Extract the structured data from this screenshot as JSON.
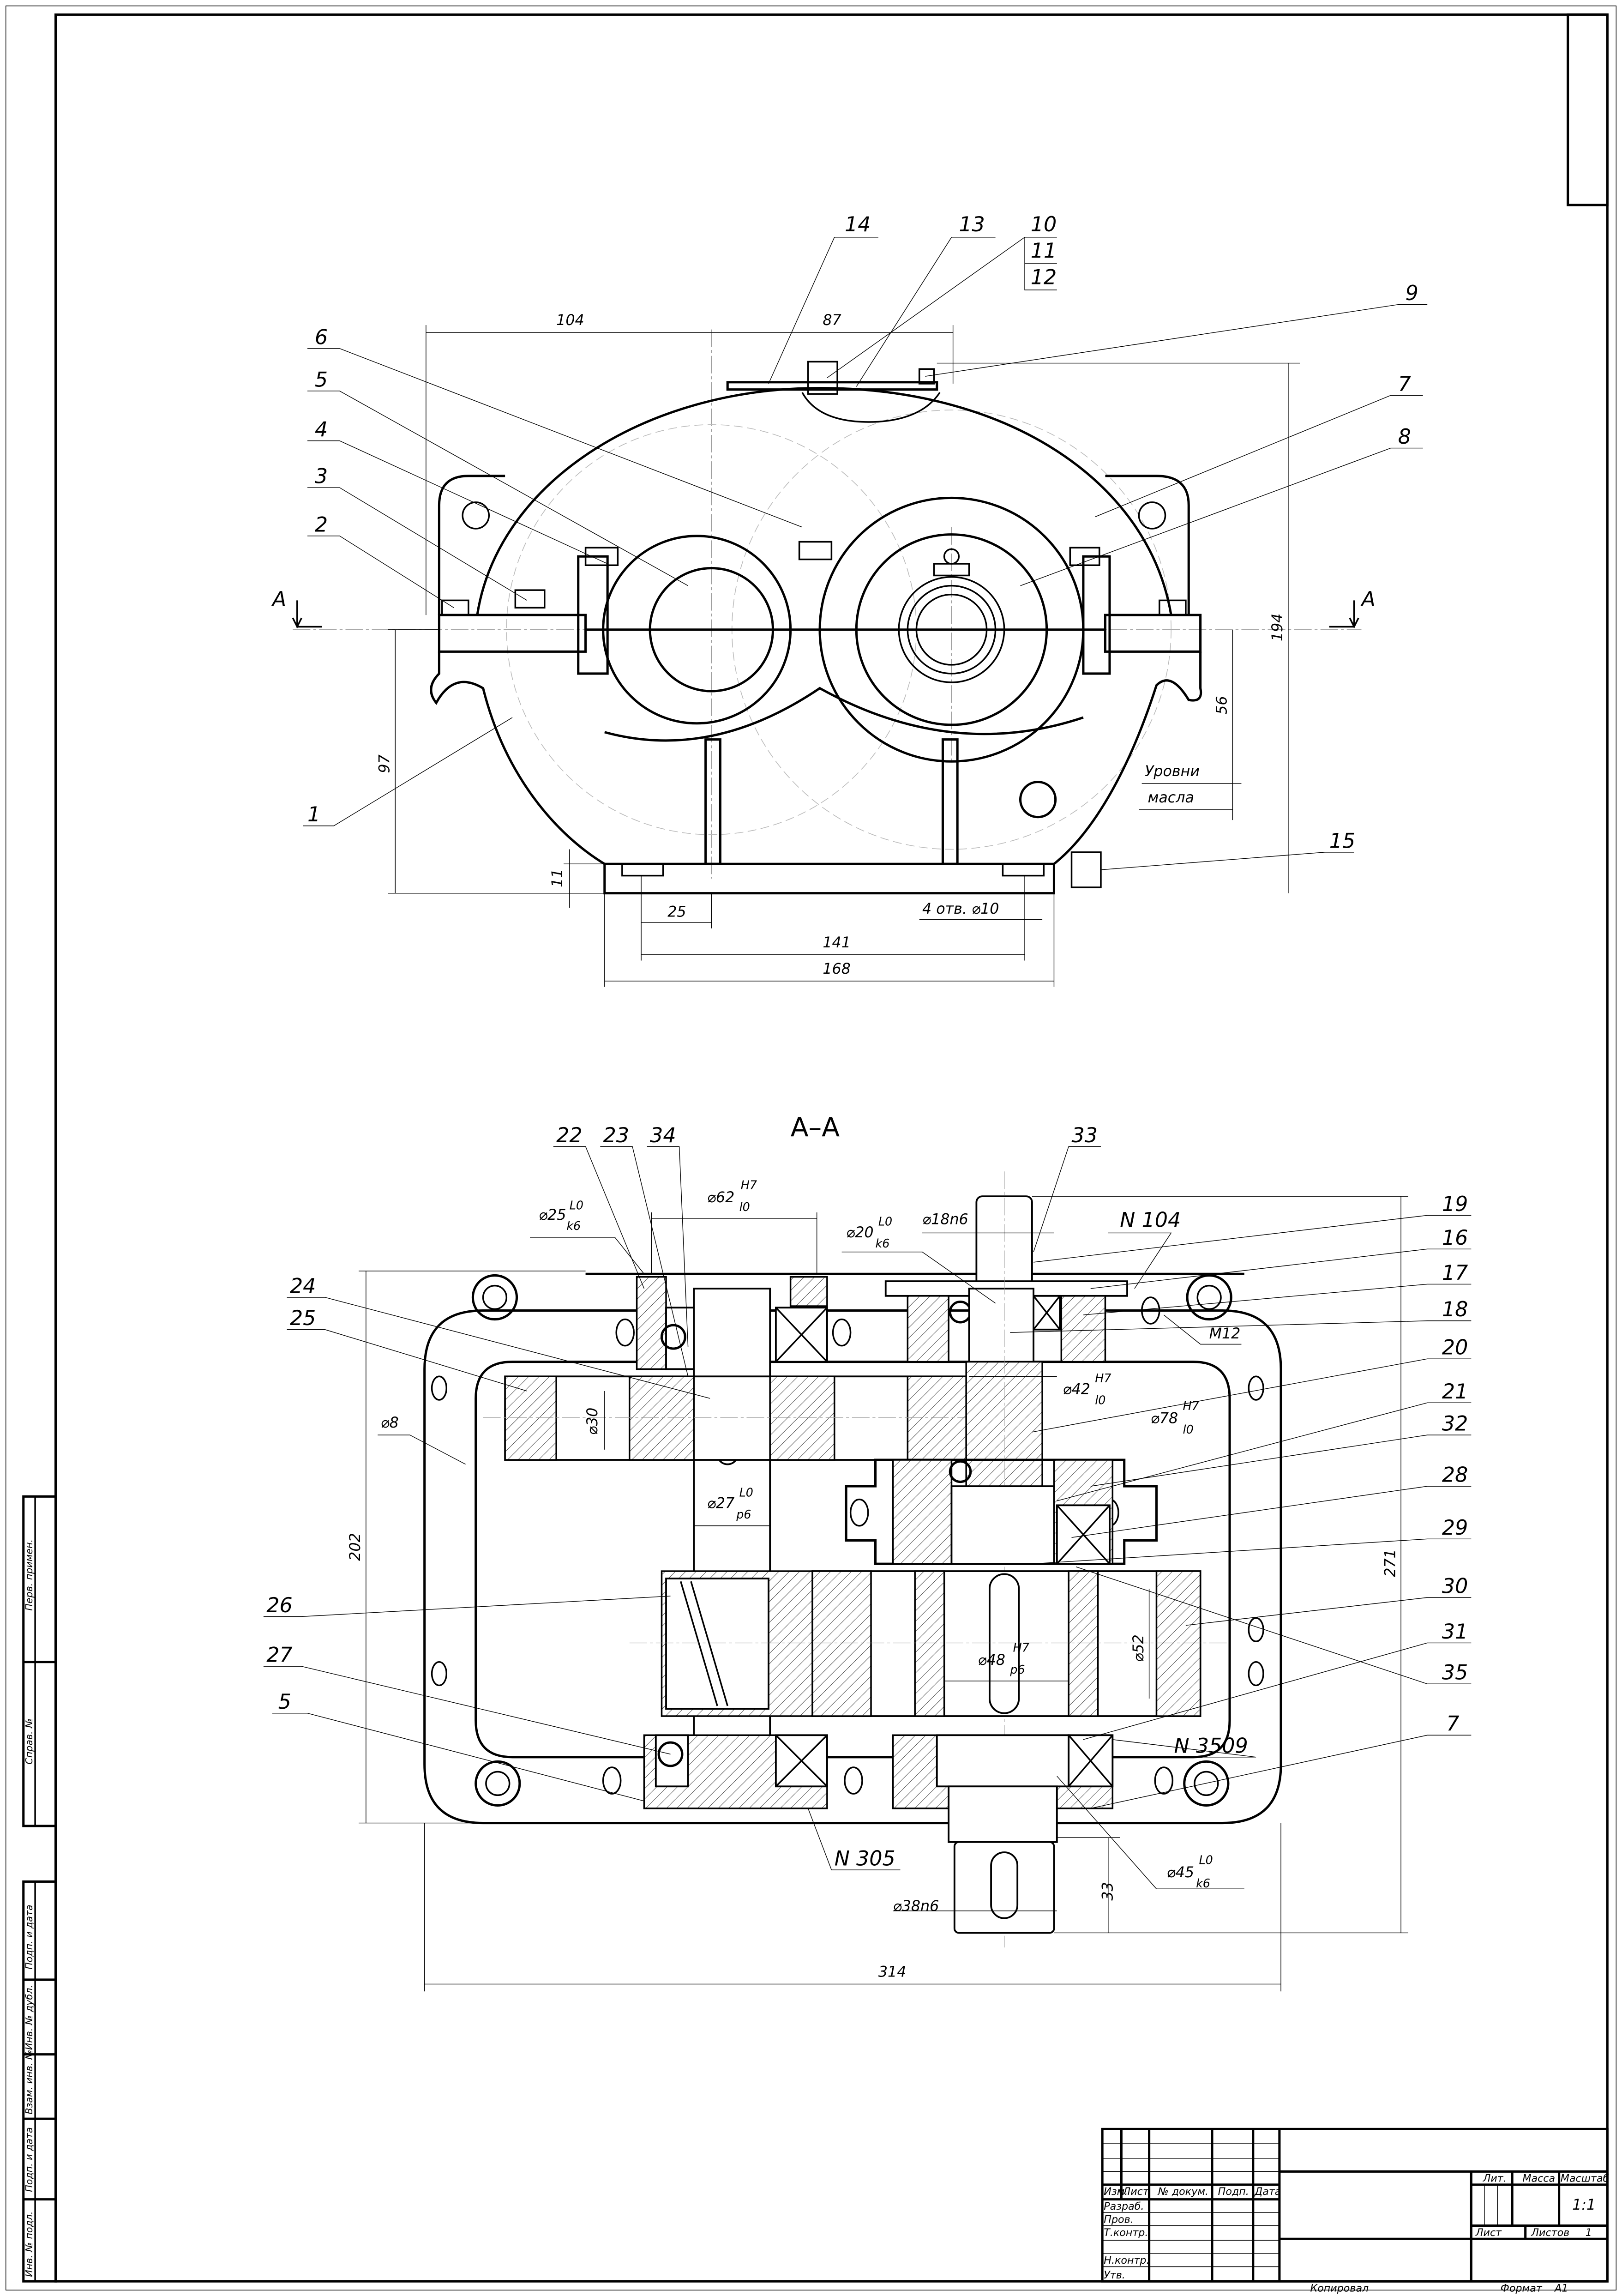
{
  "sheet": {
    "format_label": "Формат",
    "format_value": "A1",
    "copied_label": "Копировал"
  },
  "side_stamp": {
    "upper": [
      "Перв. примен.",
      "Справ. №"
    ],
    "lower": [
      "Подп. и дата",
      "Инв. № дубл.",
      "Взам. инв. №",
      "Подп. и дата",
      "Инв. № подл."
    ]
  },
  "title_block": {
    "headers": [
      "Изм.",
      "Лист",
      "№ докум.",
      "Подп.",
      "Дата"
    ],
    "roles": [
      "Разраб.",
      "Пров.",
      "Т.контр.",
      "Н.контр.",
      "Утв."
    ],
    "lit_label": "Лит.",
    "mass_label": "Масса",
    "scale_label": "Масштаб",
    "scale_value": "1:1",
    "sheet_label": "Лист",
    "sheets_label": "Листов",
    "sheets_value": "1"
  },
  "front_view": {
    "section_marks": [
      "А",
      "А"
    ],
    "dims": {
      "d104": "104",
      "d87": "87",
      "d194": "194",
      "d97": "97",
      "d56": "56",
      "d11": "11",
      "d25": "25",
      "d141": "141",
      "d168": "168",
      "holes": "4 отв. ⌀10"
    },
    "oil_level": [
      "Уровни",
      "масла"
    ],
    "positions": {
      "p14": "14",
      "p13": "13",
      "p10": "10",
      "p11": "11",
      "p12": "12",
      "p9": "9",
      "p6": "6",
      "p5": "5",
      "p4": "4",
      "p3": "3",
      "p2": "2",
      "p7": "7",
      "p8": "8",
      "p1": "1",
      "p15": "15"
    }
  },
  "section_view": {
    "title": "А–А",
    "dims": {
      "d202": "202",
      "d271": "271",
      "d314": "314",
      "d33": "33",
      "d30": "⌀30",
      "d8": "⌀8",
      "d52": "⌀52",
      "d18": "⌀18n6",
      "d38": "⌀38n6",
      "m12": "M12",
      "n104": "N 104",
      "n3509": "N 3509",
      "n305": "N 305"
    },
    "fits": [
      {
        "main": "⌀25",
        "num": "L0",
        "den": "k6"
      },
      {
        "main": "⌀62",
        "num": "H7",
        "den": "l0"
      },
      {
        "main": "⌀20",
        "num": "L0",
        "den": "k6"
      },
      {
        "main": "⌀42",
        "num": "H7",
        "den": "l0"
      },
      {
        "main": "⌀78",
        "num": "H7",
        "den": "l0"
      },
      {
        "main": "⌀27",
        "num": "L0",
        "den": "p6"
      },
      {
        "main": "⌀48",
        "num": "H7",
        "den": "p6"
      },
      {
        "main": "⌀45",
        "num": "L0",
        "den": "k6"
      }
    ],
    "positions": {
      "p22": "22",
      "p23": "23",
      "p34": "34",
      "p33": "33",
      "p19": "19",
      "p16": "16",
      "p17": "17",
      "p18": "18",
      "p20": "20",
      "p21": "21",
      "p32": "32",
      "p28": "28",
      "p29": "29",
      "p30": "30",
      "p31": "31",
      "p35": "35",
      "p7": "7",
      "p24": "24",
      "p25": "25",
      "p26": "26",
      "p27": "27",
      "p5": "5"
    }
  }
}
